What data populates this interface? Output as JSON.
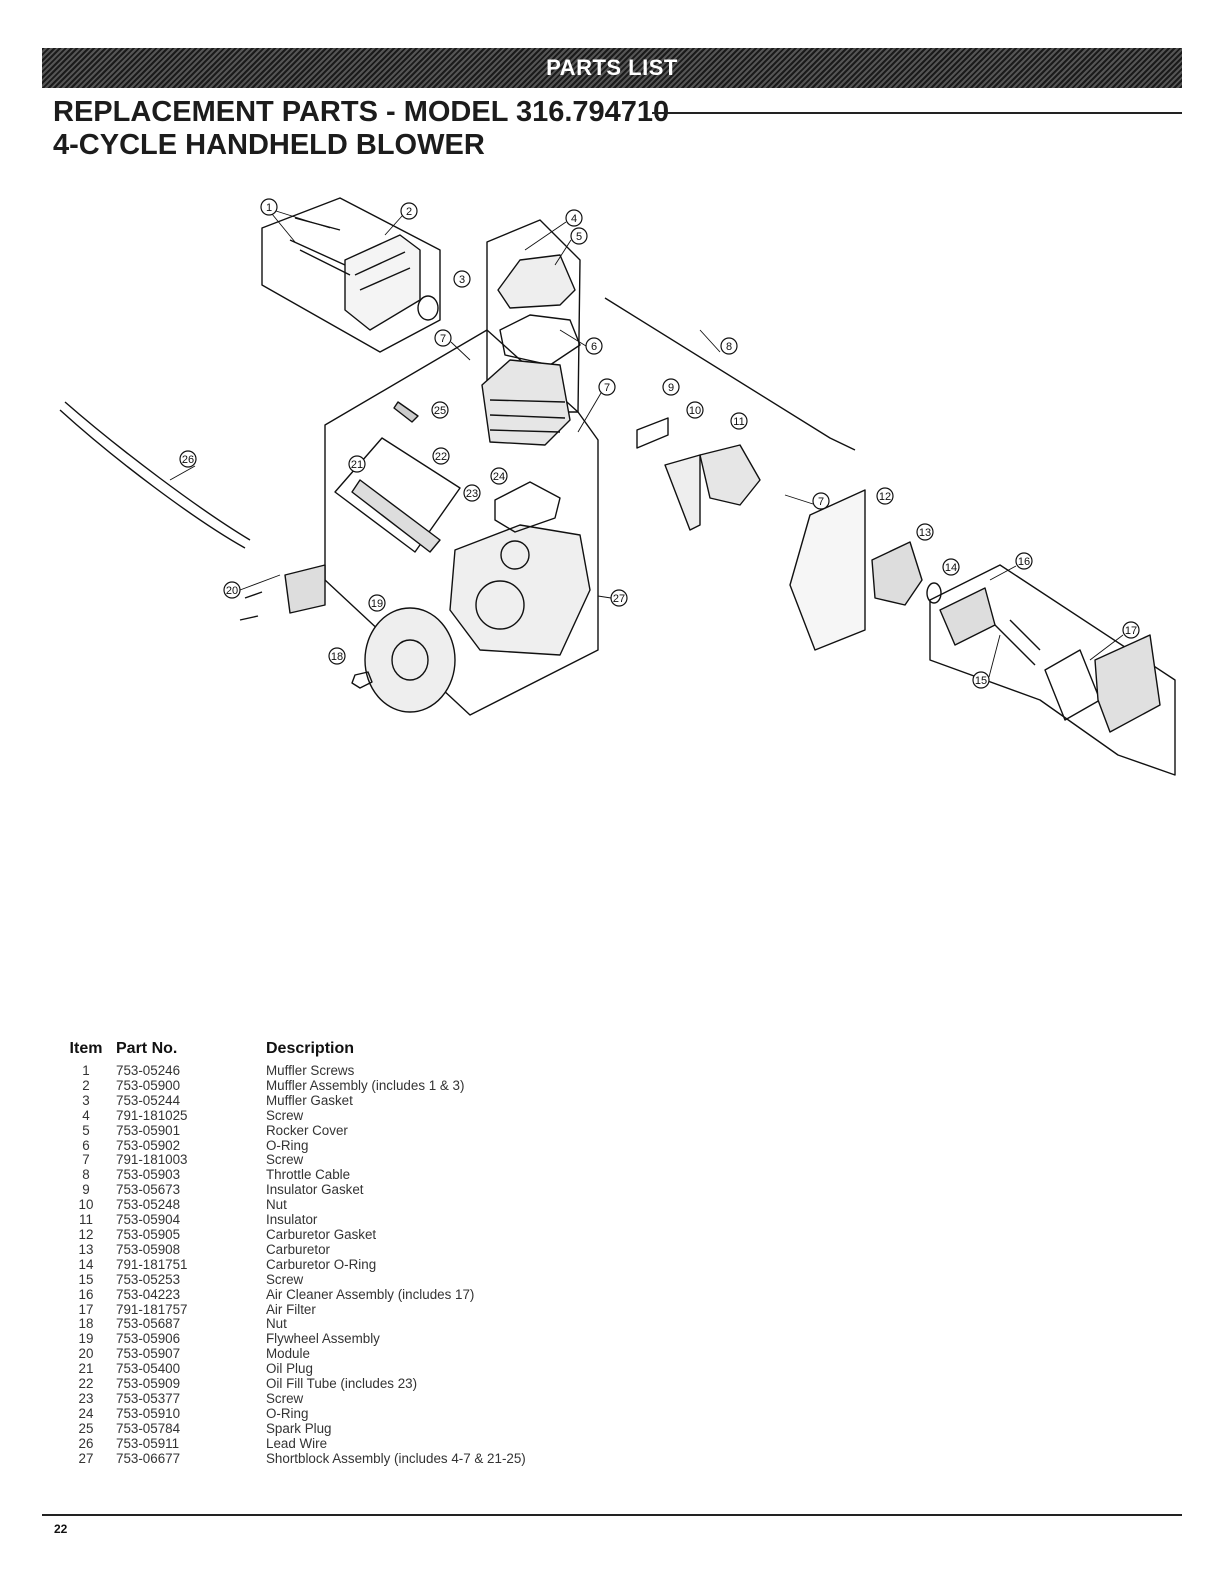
{
  "header": {
    "banner": "PARTS LIST",
    "title_line1": "REPLACEMENT PARTS - MODEL 316.794710",
    "title_line2": "4-CYCLE HANDHELD BLOWER"
  },
  "diagram": {
    "callouts": [
      "1",
      "2",
      "3",
      "4",
      "5",
      "6",
      "7",
      "7",
      "7",
      "8",
      "9",
      "10",
      "11",
      "12",
      "13",
      "14",
      "15",
      "16",
      "17",
      "18",
      "19",
      "20",
      "21",
      "22",
      "23",
      "24",
      "25",
      "26",
      "27"
    ]
  },
  "table": {
    "headers": {
      "item": "Item",
      "part": "Part No.",
      "desc": "Description"
    },
    "rows": [
      {
        "item": "1",
        "part": "753-05246",
        "desc": "Muffler Screws"
      },
      {
        "item": "2",
        "part": "753-05900",
        "desc": "Muffler Assembly (includes 1 & 3)"
      },
      {
        "item": "3",
        "part": "753-05244",
        "desc": "Muffler Gasket"
      },
      {
        "item": "4",
        "part": "791-181025",
        "desc": "Screw"
      },
      {
        "item": "5",
        "part": "753-05901",
        "desc": "Rocker Cover"
      },
      {
        "item": "6",
        "part": "753-05902",
        "desc": "O-Ring"
      },
      {
        "item": "7",
        "part": "791-181003",
        "desc": "Screw"
      },
      {
        "item": "8",
        "part": "753-05903",
        "desc": "Throttle Cable"
      },
      {
        "item": "9",
        "part": "753-05673",
        "desc": "Insulator Gasket"
      },
      {
        "item": "10",
        "part": "753-05248",
        "desc": "Nut"
      },
      {
        "item": "11",
        "part": "753-05904",
        "desc": "Insulator"
      },
      {
        "item": "12",
        "part": "753-05905",
        "desc": "Carburetor Gasket"
      },
      {
        "item": "13",
        "part": "753-05908",
        "desc": "Carburetor"
      },
      {
        "item": "14",
        "part": "791-181751",
        "desc": "Carburetor O-Ring"
      },
      {
        "item": "15",
        "part": "753-05253",
        "desc": "Screw"
      },
      {
        "item": "16",
        "part": "753-04223",
        "desc": "Air Cleaner Assembly (includes 17)"
      },
      {
        "item": "17",
        "part": "791-181757",
        "desc": "Air Filter"
      },
      {
        "item": "18",
        "part": "753-05687",
        "desc": "Nut"
      },
      {
        "item": "19",
        "part": "753-05906",
        "desc": "Flywheel Assembly"
      },
      {
        "item": "20",
        "part": "753-05907",
        "desc": "Module"
      },
      {
        "item": "21",
        "part": "753-05400",
        "desc": "Oil Plug"
      },
      {
        "item": "22",
        "part": "753-05909",
        "desc": "Oil Fill Tube (includes 23)"
      },
      {
        "item": "23",
        "part": "753-05377",
        "desc": "Screw"
      },
      {
        "item": "24",
        "part": "753-05910",
        "desc": "O-Ring"
      },
      {
        "item": "25",
        "part": "753-05784",
        "desc": "Spark Plug"
      },
      {
        "item": "26",
        "part": "753-05911",
        "desc": "Lead Wire"
      },
      {
        "item": "27",
        "part": "753-06677",
        "desc": "Shortblock Assembly (includes 4-7 & 21-25)"
      }
    ]
  },
  "footer": {
    "page_number": "22"
  }
}
